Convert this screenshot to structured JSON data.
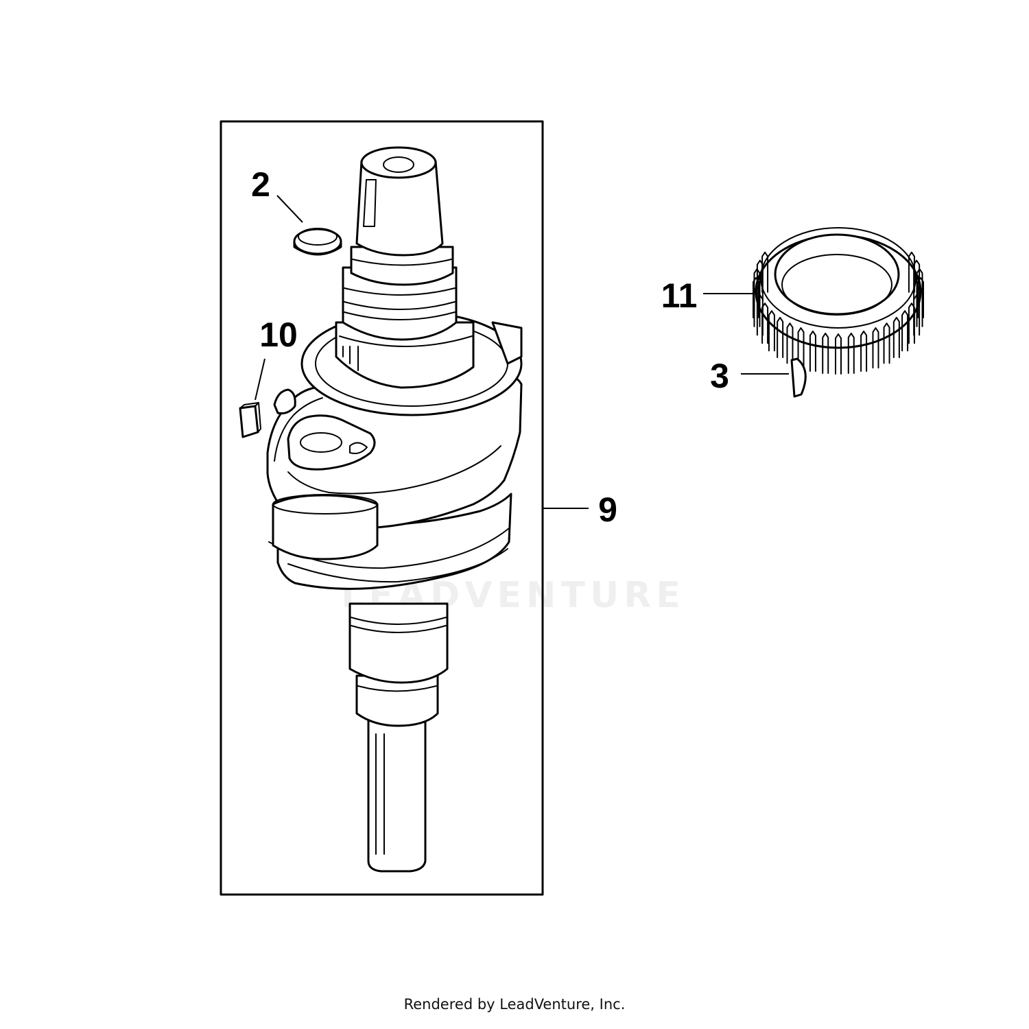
{
  "callouts": {
    "ring": "2",
    "key_small": "10",
    "crankshaft": "9",
    "gear": "11",
    "woodruff_key": "3"
  },
  "watermark_text": "LEADVENTURE",
  "footer_text": "Rendered by LeadVenture, Inc."
}
